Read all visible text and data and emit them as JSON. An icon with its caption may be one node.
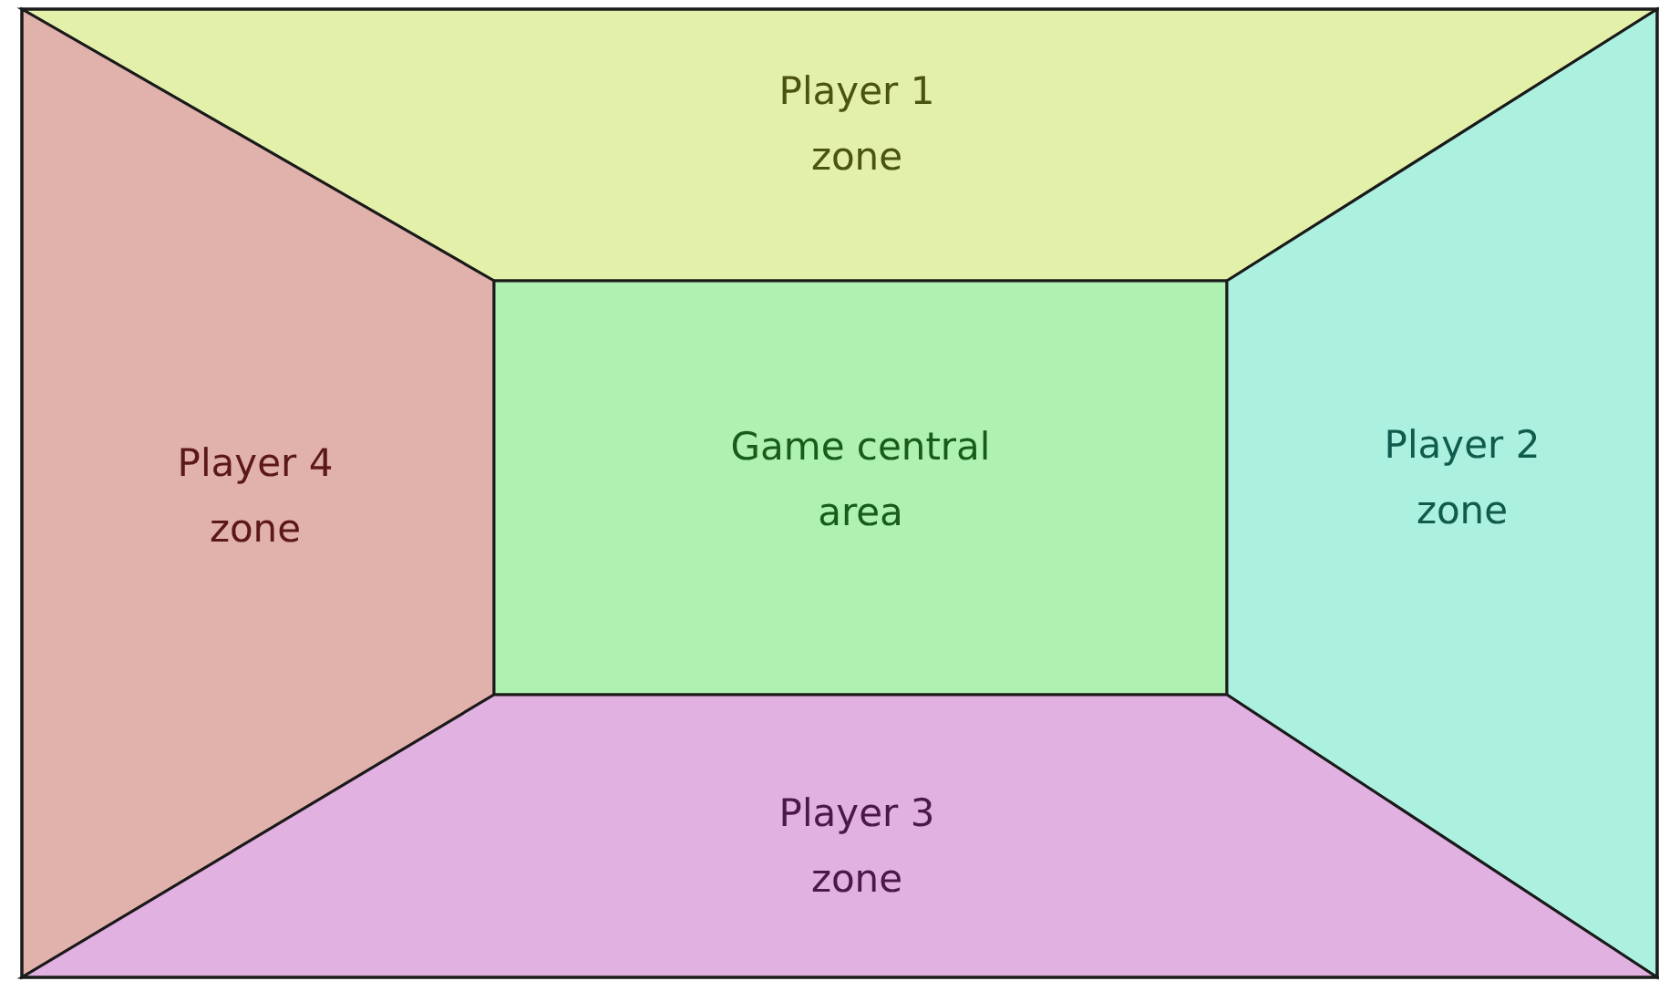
{
  "diagram": {
    "nodes": [
      {
        "text": [
          "Player 1 zone"
        ]
      },
      {
        "text": [
          "Player 4 zone"
        ]
      },
      {
        "text": [
          "Game central area"
        ]
      },
      {
        "text": [
          "Player 2 zone"
        ]
      },
      {
        "text": [
          "Player 3 zone"
        ]
      }
    ]
  }
}
